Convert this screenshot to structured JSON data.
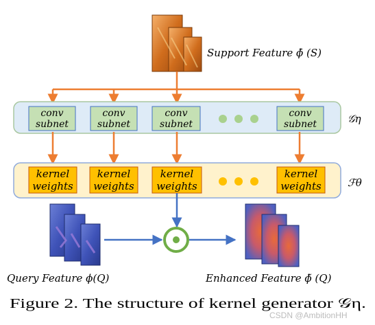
{
  "support": {
    "label": "Support Feature ϕ̄ (S)"
  },
  "query": {
    "label": "Query Feature ϕ(Q)"
  },
  "enhanced": {
    "label": "Enhanced Feature ϕ̃ (Q)"
  },
  "conv_row": {
    "cells": [
      {
        "line1": "conv",
        "line2": "subnet"
      },
      {
        "line1": "conv",
        "line2": "subnet"
      },
      {
        "line1": "conv",
        "line2": "subnet"
      },
      {
        "line1": "conv",
        "line2": "subnet"
      }
    ],
    "symbol": "𝒢η"
  },
  "kernel_row": {
    "cells": [
      {
        "line1": "kernel",
        "line2": "weights"
      },
      {
        "line1": "kernel",
        "line2": "weights"
      },
      {
        "line1": "kernel",
        "line2": "weights"
      },
      {
        "line1": "kernel",
        "line2": "weights"
      }
    ],
    "symbol": "ℱθ"
  },
  "caption": "Figure 2. The structure of kernel generator 𝒢η.",
  "watermark": "CSDN @AmbitionHH",
  "colors": {
    "arrow_orange": "#ed7d31",
    "arrow_blue": "#4472c4",
    "conv_band": "#deebf7",
    "conv_border": "#a9c7a0",
    "conv_cell": "#c5e0b4",
    "kernel_band": "#fff2cc",
    "kernel_cell": "#ffc000",
    "dot_green": "#a9d18e",
    "dot_yellow": "#ffc000",
    "ring_green": "#70ad47"
  }
}
